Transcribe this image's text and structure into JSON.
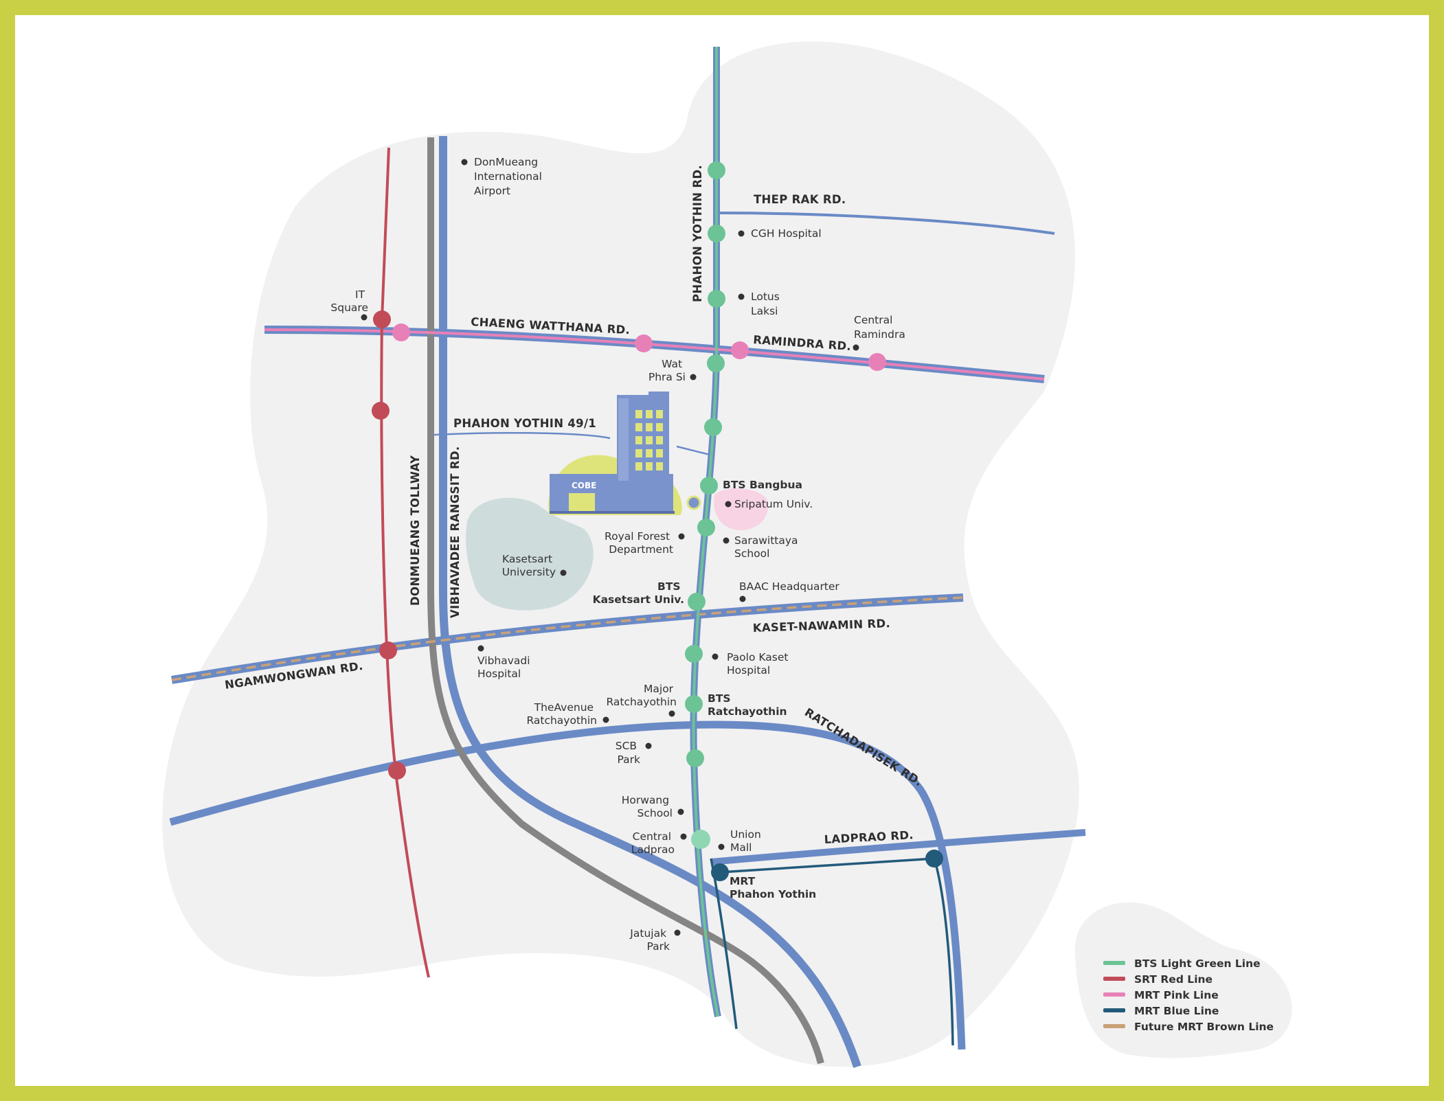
{
  "colors": {
    "frame": "#c9d046",
    "blob": "#f1f1f1",
    "road": "#6a8ac6",
    "tollway": "#858585",
    "bts": "#6cc396",
    "srt": "#c24b58",
    "pink": "#e880b8",
    "mrt_blue": "#225a7a",
    "brown": "#c9a177",
    "highlight": "#dfe47a",
    "university": "#cfdcdc",
    "building": "#7b93cc"
  },
  "roads": {
    "phahon_yothin": "PHAHON YOTHIN RD.",
    "thep_rak": "THEP RAK RD.",
    "chaeng_watthana": "CHAENG WATTHANA RD.",
    "ramindra": "RAMINDRA RD.",
    "phahon_yothin_49": "PHAHON YOTHIN 49/1",
    "donmueang_tollway": "DONMUEANG TOLLWAY",
    "vibhavadee": "VIBHAVADEE RANGSIT RD.",
    "kaset_nawamin": "KASET-NAWAMIN RD.",
    "ngamwongwan": "NGAMWONGWAN RD.",
    "ratchadapisek": "RATCHADAPISEK RD.",
    "ladprao": "LADPRAO RD."
  },
  "places": {
    "donmueang": [
      "DonMueang",
      "International",
      "Airport"
    ],
    "cgh": "CGH Hospital",
    "lotus": [
      "Lotus",
      "Laksi"
    ],
    "it_square": [
      "IT",
      "Square"
    ],
    "central_ramindra": [
      "Central",
      "Ramindra"
    ],
    "wat_phra_si": [
      "Wat",
      "Phra Si"
    ],
    "bts_bangbua": "BTS Bangbua",
    "sripatum": "Sripatum Univ.",
    "royal_forest": [
      "Royal Forest",
      "Department"
    ],
    "sarawittaya": [
      "Sarawittaya",
      "School"
    ],
    "kasetsart_univ": [
      "Kasetsart",
      "University"
    ],
    "bts_kasetsart": [
      "BTS",
      "Kasetsart Univ."
    ],
    "baac": "BAAC Headquarter",
    "vibhavadi_hospital": [
      "Vibhavadi",
      "Hospital"
    ],
    "paolo": [
      "Paolo Kaset",
      "Hospital"
    ],
    "major": [
      "Major",
      "Ratchayothin"
    ],
    "bts_ratchayothin": [
      "BTS",
      "Ratchayothin"
    ],
    "theavenue": [
      "TheAvenue",
      "Ratchayothin"
    ],
    "scb": [
      "SCB",
      "Park"
    ],
    "horwang": [
      "Horwang",
      "School"
    ],
    "central_ladprao": [
      "Central",
      "Ladprao"
    ],
    "union_mall": [
      "Union",
      "Mall"
    ],
    "mrt_phahon": [
      "MRT",
      "Phahon Yothin"
    ],
    "jatujak": [
      "Jatujak",
      "Park"
    ]
  },
  "building_sign": "COBE",
  "legend": [
    {
      "label": "BTS Light Green Line",
      "color": "#6cc396"
    },
    {
      "label": "SRT Red Line",
      "color": "#c24b58"
    },
    {
      "label": "MRT Pink Line",
      "color": "#e880b8"
    },
    {
      "label": "MRT Blue Line",
      "color": "#225a7a"
    },
    {
      "label": "Future MRT Brown Line",
      "color": "#c9a177"
    }
  ]
}
